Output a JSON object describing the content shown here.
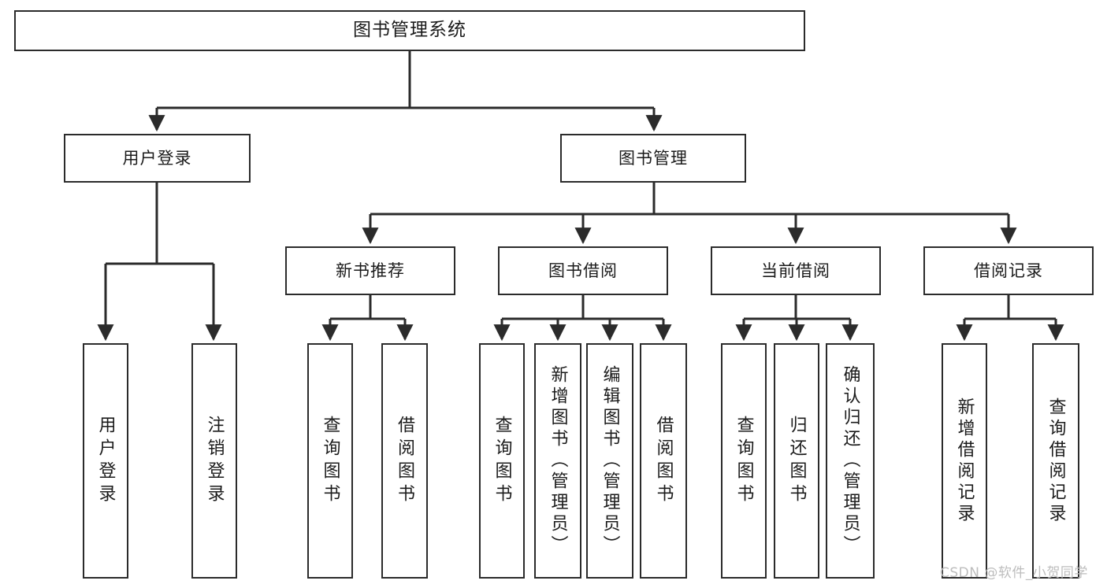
{
  "diagram": {
    "title": "图书管理系统",
    "type": "tree",
    "stroke_color": "#2b2b2b",
    "fill_color": "#ffffff",
    "text_color": "#1b1b1b"
  },
  "root": {
    "label": "图书管理系统"
  },
  "level1": [
    {
      "id": "user-login",
      "label": "用户登录"
    },
    {
      "id": "book-manage",
      "label": "图书管理"
    }
  ],
  "level2": [
    {
      "id": "new-book-rec",
      "label": "新书推荐"
    },
    {
      "id": "book-borrow",
      "label": "图书借阅"
    },
    {
      "id": "current-borrow",
      "label": "当前借阅"
    },
    {
      "id": "borrow-record",
      "label": "借阅记录"
    }
  ],
  "leaves": {
    "user_login": [
      {
        "id": "user-login-do",
        "label": "用户登录"
      },
      {
        "id": "logout",
        "label": "注销登录"
      }
    ],
    "new_book_rec": [
      {
        "id": "query-book-1",
        "label": "查询图书"
      },
      {
        "id": "borrow-book-1",
        "label": "借阅图书"
      }
    ],
    "book_borrow": [
      {
        "id": "query-book-2",
        "label": "查询图书"
      },
      {
        "id": "add-book",
        "label": "新增图书（管理员）"
      },
      {
        "id": "edit-book",
        "label": "编辑图书（管理员）"
      },
      {
        "id": "borrow-book-2",
        "label": "借阅图书"
      }
    ],
    "current_borrow": [
      {
        "id": "query-book-3",
        "label": "查询图书"
      },
      {
        "id": "return-book",
        "label": "归还图书"
      },
      {
        "id": "confirm-return",
        "label": "确认归还（管理员）"
      }
    ],
    "borrow_record": [
      {
        "id": "add-record",
        "label": "新增借阅记录"
      },
      {
        "id": "query-record",
        "label": "查询借阅记录"
      }
    ]
  },
  "watermark": {
    "text": "CSDN @软件_小贺同学"
  }
}
